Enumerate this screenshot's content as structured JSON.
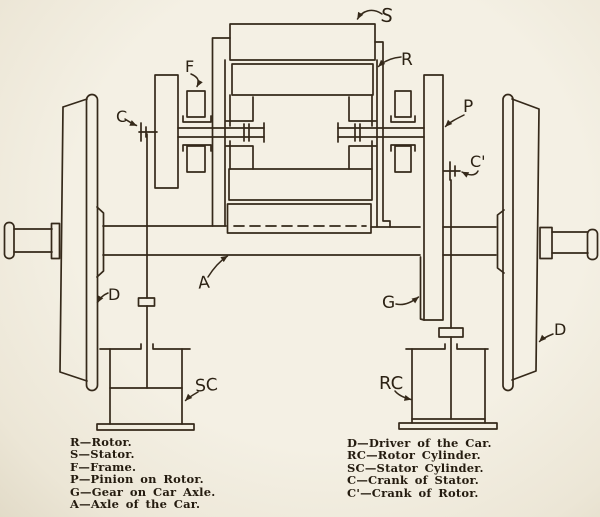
{
  "figure_type": "engineering line drawing of a railway car axle with geared electric motor, cranks and cylinders",
  "colors": {
    "paper": "#f2eee2",
    "ink": "#35291a",
    "legend_text": "#241b0f"
  },
  "callouts": {
    "stator": "S",
    "rotor": "R",
    "frame": "F",
    "crank_of_stator": "C",
    "pinion": "P",
    "crank_of_rotor": "C'",
    "driver_left": "D",
    "axle": "A",
    "gear": "G",
    "stator_cylinder": "SC",
    "rotor_cylinder": "RC",
    "driver_right": "D"
  },
  "legend_left": {
    "items": [
      "R—Rotor.",
      "S—Stator.",
      "F—Frame.",
      "P—Pinion on Rotor.",
      "G—Gear on Car Axle.",
      "A—Axle of the Car."
    ]
  },
  "legend_right": {
    "items": [
      "D—Driver of the Car.",
      "RC—Rotor Cylinder.",
      "SC—Stator Cylinder.",
      "C—Crank of Stator.",
      "C'—Crank of Rotor."
    ]
  }
}
